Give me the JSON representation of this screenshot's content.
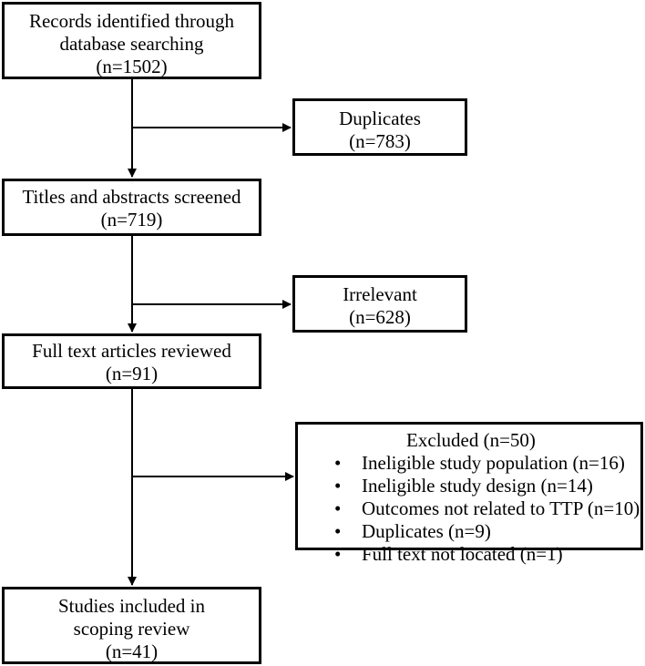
{
  "flowchart": {
    "records": {
      "line1": "Records identified through",
      "line2": "database searching",
      "count": "(n=1502)"
    },
    "duplicates": {
      "label": "Duplicates",
      "count": "(n=783)"
    },
    "titles": {
      "label": "Titles and abstracts screened",
      "count": "(n=719)"
    },
    "irrelevant": {
      "label": "Irrelevant",
      "count": "(n=628)"
    },
    "fulltext": {
      "label": "Full text articles reviewed",
      "count": "(n=91)"
    },
    "excluded": {
      "heading": "Excluded (n=50)",
      "bullet": "•",
      "items": [
        "Ineligible study population (n=16)",
        "Ineligible study design (n=14)",
        "Outcomes not related to TTP (n=10)",
        "Duplicates (n=9)",
        "Full text not located (n=1)"
      ]
    },
    "included": {
      "line1": "Studies included in",
      "line2": "scoping review",
      "count": "(n=41)"
    }
  },
  "colors": {
    "stroke": "#000000",
    "background": "#ffffff"
  }
}
